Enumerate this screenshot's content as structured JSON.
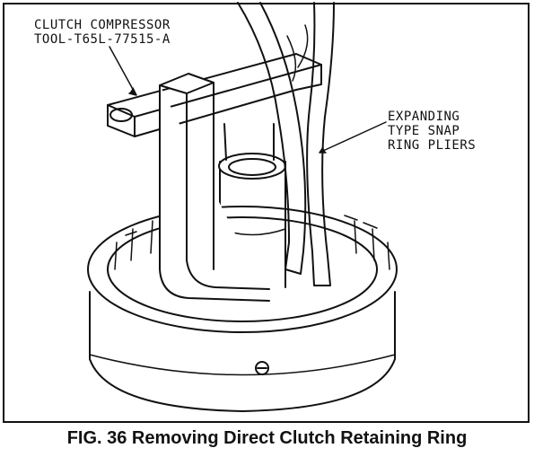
{
  "figure": {
    "caption": "FIG. 36  Removing Direct Clutch Retaining Ring",
    "callouts": {
      "tool": "CLUTCH COMPRESSOR\nTOOL-T65L-77515-A",
      "pliers": "EXPANDING\nTYPE SNAP\nRING PLIERS"
    }
  },
  "colors": {
    "ink": "#111111",
    "paper": "#ffffff"
  }
}
